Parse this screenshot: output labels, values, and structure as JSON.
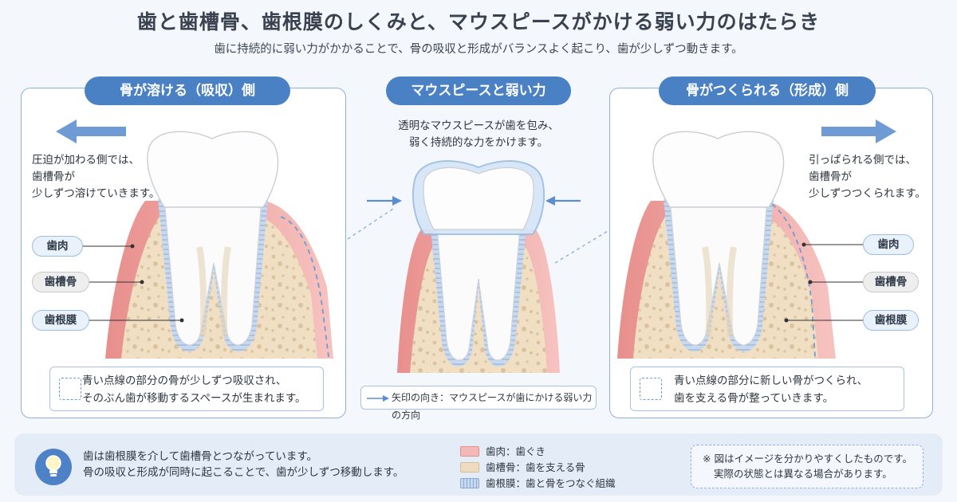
{
  "header": {
    "title": "歯と歯槽骨、歯根膜のしくみと、マウスピースがかける弱い力のはたらき",
    "subtitle": "歯に持続的に弱い力がかかることで、骨の吸収と形成がバランスよく起こり、歯が少しずつ動きます。"
  },
  "left": {
    "heading": "骨が溶ける（吸収）側",
    "note": [
      "圧迫が加わる側では、",
      "歯槽骨が",
      "少しずつ溶けていきます。"
    ],
    "labels": {
      "gum": "歯肉",
      "bone": "歯槽骨",
      "ligament": "歯根膜"
    },
    "caption": [
      "青い点線の部分の骨が少しずつ吸収され、",
      "そのぶん歯が移動するスペースが生まれます。"
    ]
  },
  "center": {
    "heading": "マウスピースと弱い力",
    "note": [
      "透明なマウスピースが歯を包み、",
      "弱く持続的な力をかけます。"
    ],
    "caption": "矢印の向き：マウスピースが歯にかける弱い力の方向"
  },
  "right": {
    "heading": "骨がつくられる（形成）側",
    "note": [
      "引っぱられる側では、",
      "歯槽骨が",
      "少しずつつくられます。"
    ],
    "labels": {
      "gum": "歯肉",
      "bone": "歯槽骨",
      "ligament": "歯根膜"
    },
    "caption": [
      "青い点線の部分に新しい骨がつくられ、",
      "歯を支える骨が整っていきます。"
    ]
  },
  "footer": {
    "summary": [
      "歯は歯根膜を介して歯槽骨とつながっています。",
      "骨の吸収と形成が同時に起こることで、歯が少しずつ移動します。"
    ],
    "legend": [
      {
        "label": "歯肉：歯ぐき",
        "color": "#f4b9b5"
      },
      {
        "label": "歯槽骨：歯を支える骨",
        "color": "#efdcc0"
      },
      {
        "label": "歯根膜：歯と骨をつなぐ組織",
        "color": "#a8c4e8"
      }
    ],
    "disclaimer": [
      "※ 図はイメージを分かりやすくしたものです。",
      "実際の状態とは異なる場合があります。"
    ]
  },
  "colors": {
    "accent": "#4a80c4",
    "gum": "#f4b9b5",
    "bone": "#efdcc0",
    "ligament": "#a8c4e8",
    "tooth": "#fbfbfb"
  },
  "icons": [
    "arrow-left-icon",
    "arrow-right-icon",
    "lightbulb-icon",
    "dashed-square-icon"
  ]
}
